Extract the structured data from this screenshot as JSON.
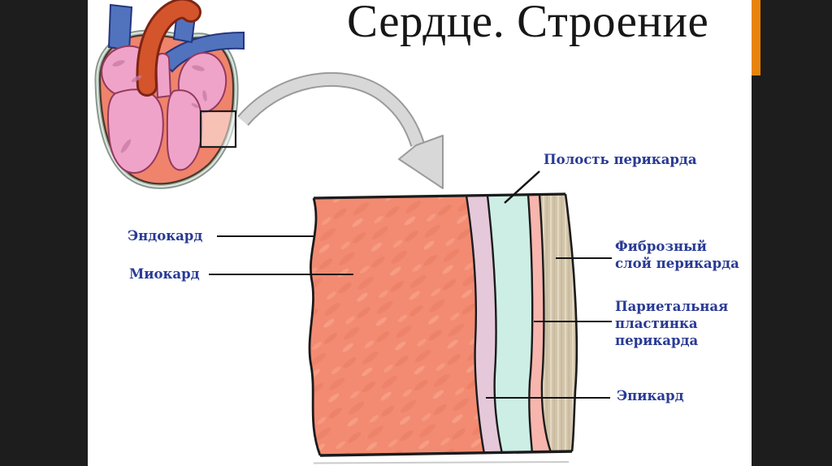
{
  "slide": {
    "title": "Сердце. Строение"
  },
  "theme": {
    "background": "#ffffff",
    "sidebar_color": "#1d1d1d",
    "accent_color": "#e8830c",
    "title_color": "#171717",
    "label_color": "#293a94"
  },
  "diagram": {
    "labels": {
      "endocardium": "Эндокард",
      "myocardium": "Миокард",
      "pericardial_cavity": "Полость перикарда",
      "fibrous_layer": "Фиброзный\nслой перикарда",
      "parietal_plate": "Париетальная\nпластинка\nперикарда",
      "epicardium": "Эпикард"
    },
    "layer_colors": {
      "myocardium": "#f28b72",
      "epicardium": "#e5c8da",
      "pericardial_cavity": "#cceee5",
      "parietal_plate": "#f7b5ad",
      "fibrous_layer": "#d2c5ab",
      "outline": "#1b1b1b"
    },
    "heart_colors": {
      "wall": "#f0836b",
      "chambers": "#f0a3c8",
      "veins": "#5173be",
      "aorta": "#d4552b"
    },
    "arrow_color": "#d8d8d8"
  }
}
